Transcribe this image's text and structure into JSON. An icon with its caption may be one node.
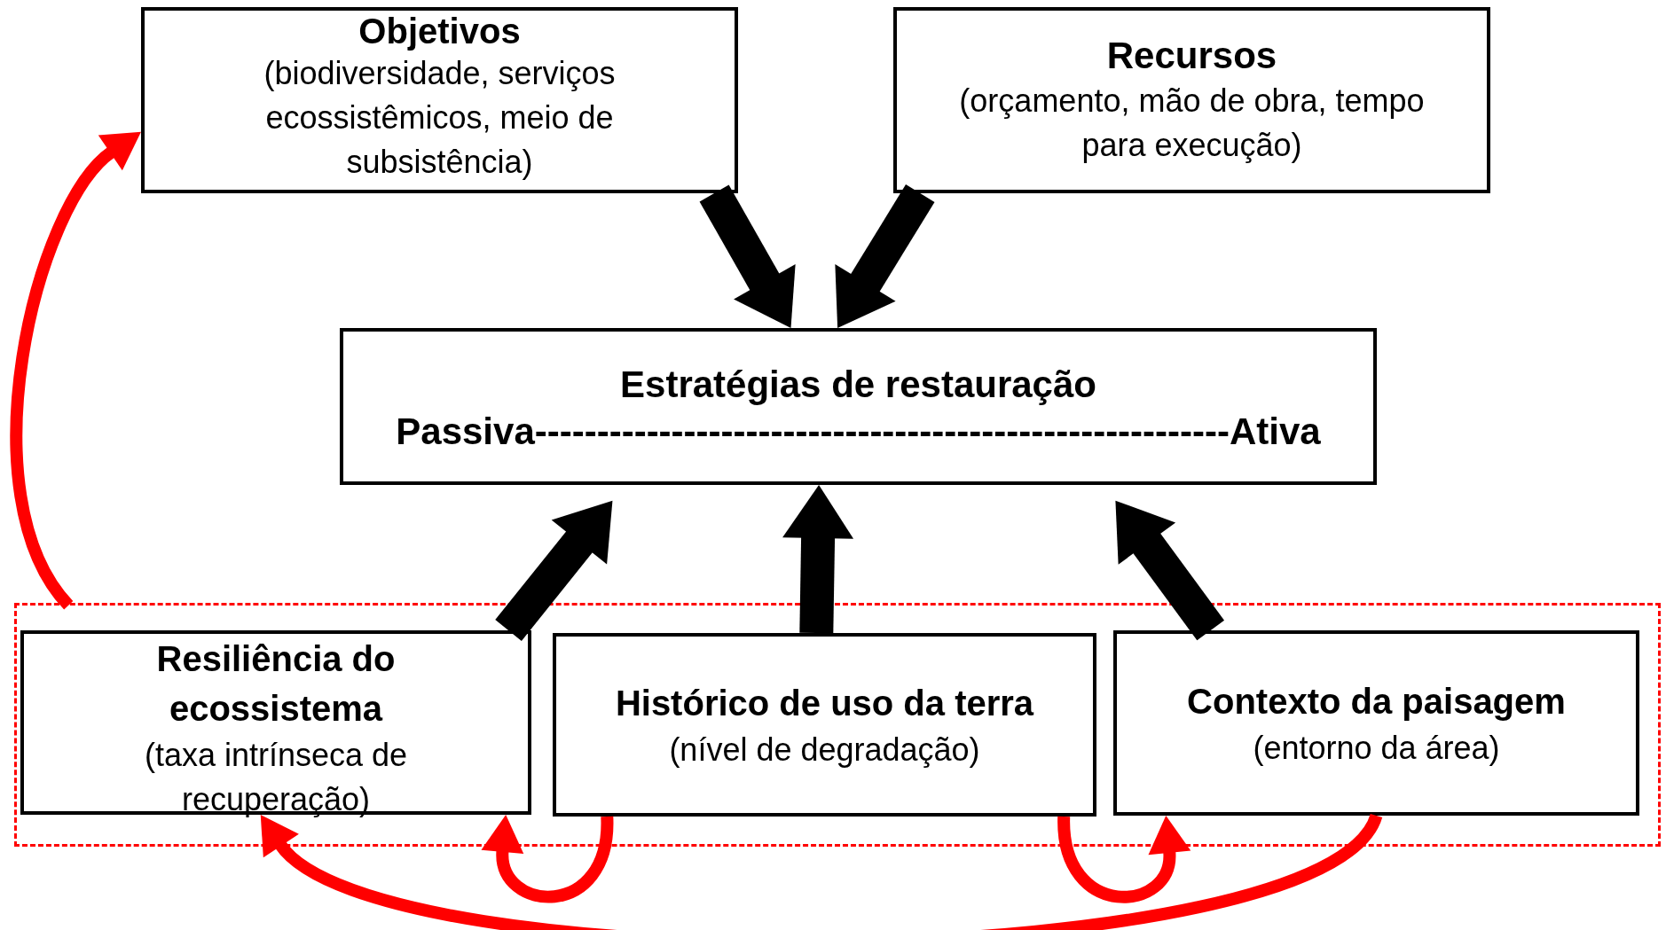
{
  "diagram": {
    "nodes": [
      {
        "text": [
          "Objetivos",
          "(biodiversidade, serviços ecossistêmicos, meio de subsistência)"
        ]
      },
      {
        "text": [
          "Recursos",
          "(orçamento, mão de obra, tempo para execução)"
        ]
      },
      {
        "text": [
          "Estratégias de restauração",
          "Passiva--------------------------------------------------------Ativa"
        ]
      },
      {
        "text": [],
        "shape": "box"
      },
      {
        "text": [
          "Resiliência do ecossistema",
          "(taxa intrínseca de recuperação)"
        ],
        "in": 3
      },
      {
        "text": [
          "Histórico de uso da terra",
          "(nível de degradação)"
        ],
        "in": 3
      },
      {
        "text": [
          "Contexto da paisagem",
          "(entorno da área)"
        ],
        "in": 3
      }
    ],
    "edges": [
      {
        "from": 0,
        "to": 2,
        "arrow": "to"
      },
      {
        "from": 1,
        "to": 2,
        "arrow": "to"
      },
      {
        "from": 4,
        "to": 2,
        "arrow": "to"
      },
      {
        "from": 5,
        "to": 2,
        "arrow": "to"
      },
      {
        "from": 6,
        "to": 2,
        "arrow": "to"
      },
      {
        "from": 3,
        "to": 0,
        "arrow": "to",
        "color": "#ff0000"
      },
      {
        "from": 5,
        "to": 4,
        "arrow": "to",
        "color": "#ff0000"
      },
      {
        "from": 5,
        "to": 6,
        "arrow": "to",
        "color": "#ff0000"
      },
      {
        "from": 6,
        "to": 4,
        "arrow": "to",
        "color": "#ff0000"
      }
    ]
  }
}
